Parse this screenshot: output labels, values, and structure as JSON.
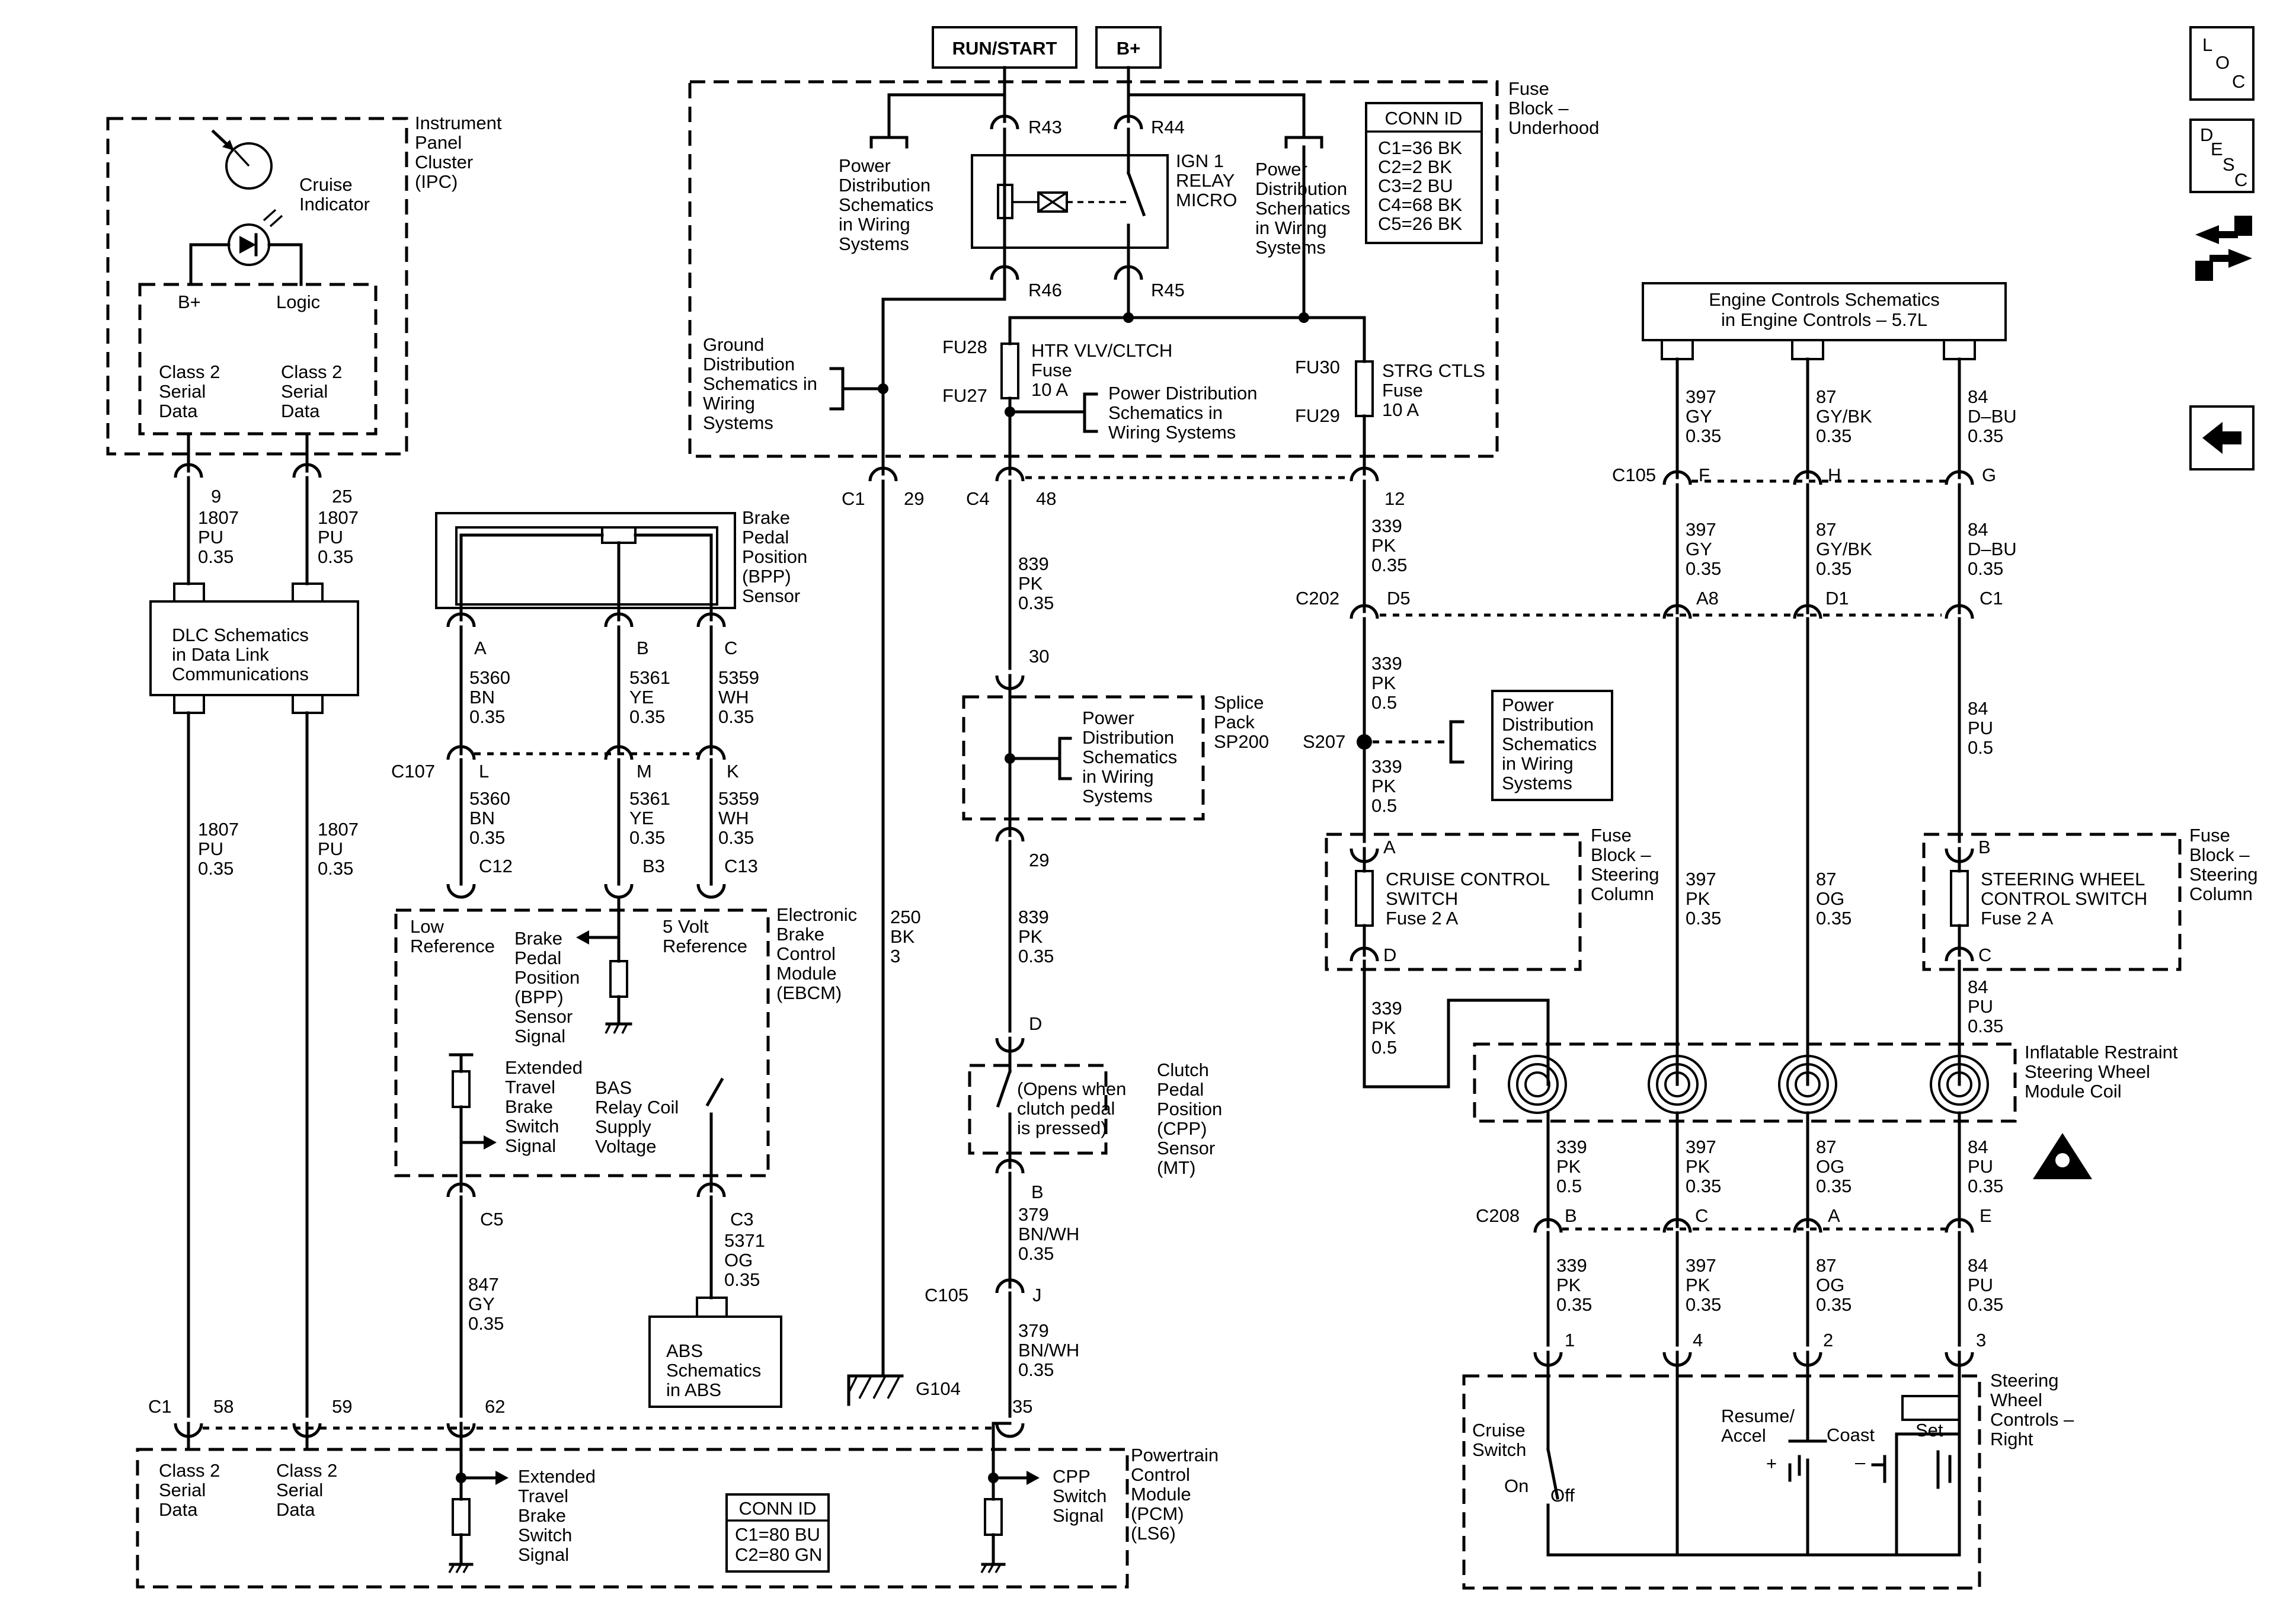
{
  "power": {
    "run_start": "RUN/START",
    "bplus": "B+"
  },
  "fuse_block_underhood": {
    "title": "Fuse Block – Underhood",
    "conn_id": {
      "title": "CONN ID",
      "lines": [
        "C1=36 BK",
        "C2=2 BK",
        "C3=2 BU",
        "C4=68 BK",
        "C5=26 BK"
      ]
    },
    "r43": "R43",
    "r44": "R44",
    "r45": "R45",
    "r46": "R46",
    "relay": "IGN 1 RELAY MICRO",
    "pd_left": "Power Distribution Schematics in Wiring Systems",
    "pd_right": "Power Distribution Schematics in Wiring Systems",
    "ground_dist": "Ground Distribution Schematics in Wiring Systems",
    "fu28": "FU28",
    "fu27": "FU27",
    "fu30": "FU30",
    "fu29": "FU29",
    "fuse_htr": "HTR VLV/CLTCH Fuse 10 A",
    "fuse_strg": "STRG CTLS Fuse 10 A",
    "pd_mid": "Power Distribution Schematics in Wiring Systems"
  },
  "ipc": {
    "title": "Instrument Panel Cluster (IPC)",
    "cruise_indicator": "Cruise Indicator",
    "bplus": "B+",
    "logic": "Logic",
    "class2_a": "Class 2 Serial Data",
    "class2_b": "Class 2 Serial Data"
  },
  "wires_dlc": {
    "pin9": "9",
    "pin25": "25",
    "w1": "1807 PU 0.35",
    "w2": "1807 PU 0.35",
    "w3": "1807 PU 0.35",
    "w4": "1807 PU 0.35"
  },
  "dlc": {
    "text": "DLC Schematics in Data Link Communications"
  },
  "bpp_sensor": {
    "title": "Brake Pedal Position (BPP) Sensor",
    "a": "A",
    "b": "B",
    "c": "C",
    "w_a": "5360 BN 0.35",
    "w_b": "5361 YE 0.35",
    "w_c": "5359 WH 0.35",
    "c107": "C107",
    "l": "L",
    "m": "M",
    "k": "K",
    "w_l": "5360 BN 0.35",
    "w_m": "5361 YE 0.35",
    "w_k": "5359 WH 0.35",
    "c12": "C12",
    "b3": "B3",
    "c13": "C13"
  },
  "ebcm": {
    "title": "Electronic Brake Control Module (EBCM)",
    "low_ref": "Low Reference",
    "bpp_signal": "Brake Pedal Position (BPP) Sensor Signal",
    "five_volt": "5 Volt Reference",
    "ext_travel": "Extended Travel Brake Switch Signal",
    "bas": "BAS Relay Coil Supply Voltage",
    "c5": "C5",
    "c3": "C3",
    "w_c5": "847 GY 0.35",
    "w_c3": "5371 OG 0.35"
  },
  "abs": {
    "text": "ABS Schematics in ABS"
  },
  "center": {
    "c1": "C1",
    "pin29": "29",
    "c4": "C4",
    "pin48": "48",
    "pin12": "12",
    "w_839a": "839 PK 0.35",
    "pin30": "30",
    "splice_title": "Splice Pack SP200",
    "pd_splice": "Power Distribution Schematics in Wiring Systems",
    "pin29b": "29",
    "w_839b": "839 PK 0.35",
    "w_250": "250 BK 3",
    "pin_d": "D",
    "cpp_opens": "(Opens when clutch pedal is pressed)",
    "cpp_title": "Clutch Pedal Position (CPP) Sensor (MT)",
    "pin_b": "B",
    "w_379a": "379 BN/WH 0.35",
    "c105": "C105",
    "pin_j": "J",
    "w_379b": "379 BN/WH 0.35",
    "g104": "G104",
    "pin35": "35"
  },
  "pcm": {
    "title": "Powertrain Control Module (PCM) (LS6)",
    "c1": "C1",
    "pin58": "58",
    "pin59": "59",
    "pin62": "62",
    "class2_a": "Class 2 Serial Data",
    "class2_b": "Class 2 Serial Data",
    "ext_travel": "Extended Travel Brake Switch Signal",
    "conn_id": {
      "title": "CONN ID",
      "lines": [
        "C1=80 BU",
        "C2=80 GN"
      ]
    },
    "cpp_signal": "CPP Switch Signal"
  },
  "right": {
    "w_339a": "339 PK 0.35",
    "c202": "C202",
    "d5": "D5",
    "w_339b": "339 PK 0.5",
    "s207": "S207",
    "pd_s207": "Power Distribution Schematics in Wiring Systems",
    "w_339c": "339 PK 0.5",
    "engine_controls": "Engine Controls Schematics in Engine Controls – 5.7L",
    "w397a": "397 GY 0.35",
    "w87a": "87 GY/BK 0.35",
    "w84a": "84 D–BU 0.35",
    "c105": "C105",
    "f": "F",
    "h": "H",
    "g": "G",
    "w397b": "397 GY 0.35",
    "w87b": "87 GY/BK 0.35",
    "w84b": "84 D–BU 0.35",
    "a8": "A8",
    "d1": "D1",
    "c1": "C1",
    "w84c": "84 PU 0.5",
    "cc_a": "A",
    "cc_fuse": "CRUISE CONTROL SWITCH Fuse 2 A",
    "cc_d": "D",
    "fb_steer1": "Fuse Block – Steering Column",
    "w397c": "397 PK 0.35",
    "w87c": "87 OG 0.35",
    "sw_b": "B",
    "sw_fuse": "STEERING WHEEL CONTROL SWITCH Fuse 2 A",
    "sw_c": "C",
    "fb_steer2": "Fuse Block – Steering Column",
    "w_339d": "339 PK 0.5",
    "w84d": "84 PU 0.35",
    "inflatable": "Inflatable Restraint Steering Wheel Module Coil",
    "w339e": "339 PK 0.5",
    "w397e": "397 PK 0.35",
    "w87e": "87 OG 0.35",
    "w84e": "84 PU 0.35",
    "c208": "C208",
    "c208_b": "B",
    "c208_c": "C",
    "c208_a": "A",
    "c208_e": "E",
    "w339f": "339 PK 0.35",
    "w397f": "397 PK 0.35",
    "w87f": "87 OG 0.35",
    "w84f": "84 PU 0.35",
    "p1": "1",
    "p4": "4",
    "p2": "2",
    "p3": "3",
    "swc_title": "Steering Wheel Controls – Right",
    "cruise_switch": "Cruise Switch",
    "on": "On",
    "off": "Off",
    "resume": "Resume/ Accel",
    "coast": "Coast",
    "set": "Set",
    "plus": "+",
    "minus": "–"
  },
  "nav": {
    "loc": "LOC",
    "desc": "DESC",
    "icons": [
      "loc-icon",
      "desc-icon",
      "connector-icon",
      "back-arrow-icon"
    ]
  }
}
